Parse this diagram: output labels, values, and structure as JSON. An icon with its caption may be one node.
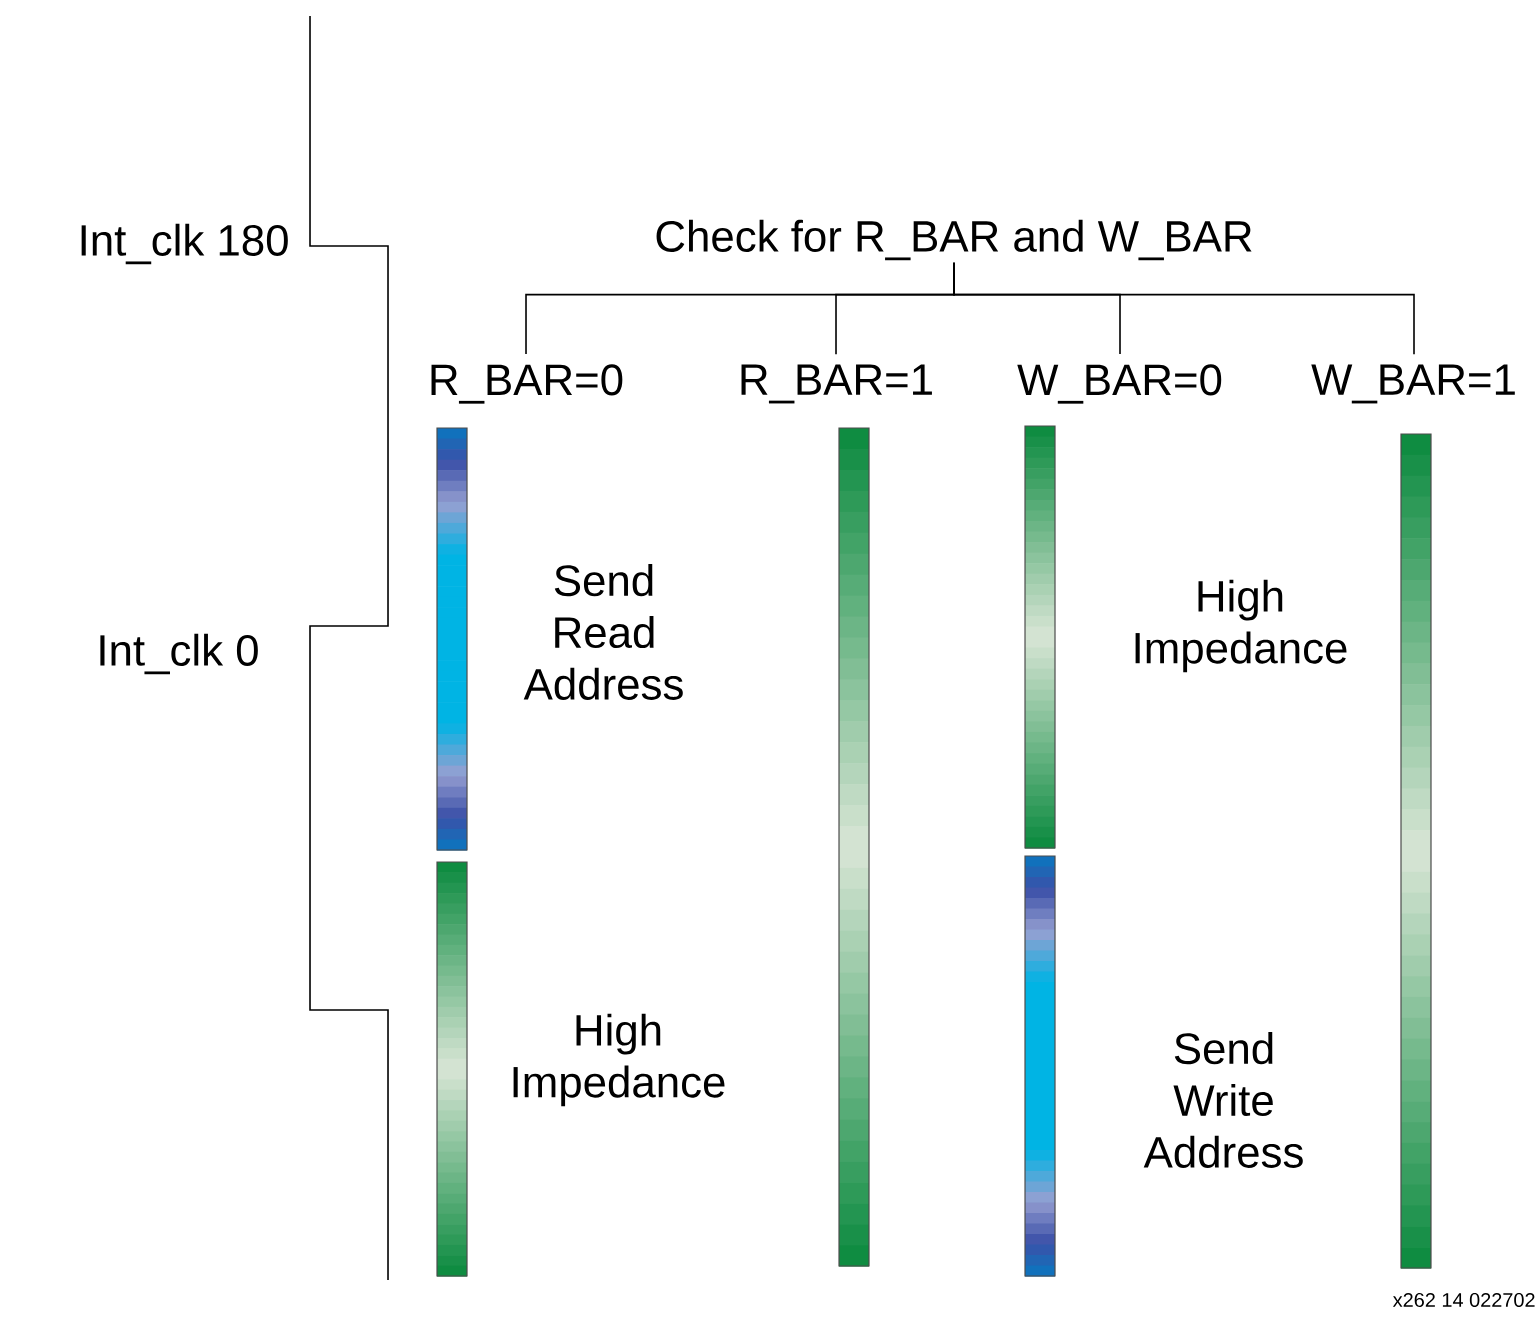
{
  "diagram": {
    "nodes": [
      {
        "text": [
          "Check for R_BAR and W_BAR"
        ]
      },
      {
        "text": [
          "R_BAR=0"
        ]
      },
      {
        "text": [
          "R_BAR=1"
        ]
      },
      {
        "text": [
          "W_BAR=0"
        ]
      },
      {
        "text": [
          "W_BAR=1"
        ]
      },
      {
        "text": [],
        "shape": "bar",
        "beside": [
          "Send Read Address"
        ]
      },
      {
        "text": [],
        "shape": "bar",
        "beside": [
          "High Impedance"
        ]
      },
      {
        "text": [],
        "shape": "bar"
      },
      {
        "text": [],
        "shape": "bar",
        "beside": [
          "High Impedance"
        ]
      },
      {
        "text": [],
        "shape": "bar",
        "beside": [
          "Send Write Address"
        ]
      },
      {
        "text": [],
        "shape": "bar"
      }
    ],
    "edges": [
      {
        "from": 0,
        "to": 1,
        "arrow": "none"
      },
      {
        "from": 0,
        "to": 2,
        "arrow": "none"
      },
      {
        "from": 0,
        "to": 3,
        "arrow": "none"
      },
      {
        "from": 0,
        "to": 4,
        "arrow": "none"
      }
    ],
    "labels": [
      "Int_clk 180",
      "Int_clk 0",
      "x262 14 022702"
    ]
  }
}
